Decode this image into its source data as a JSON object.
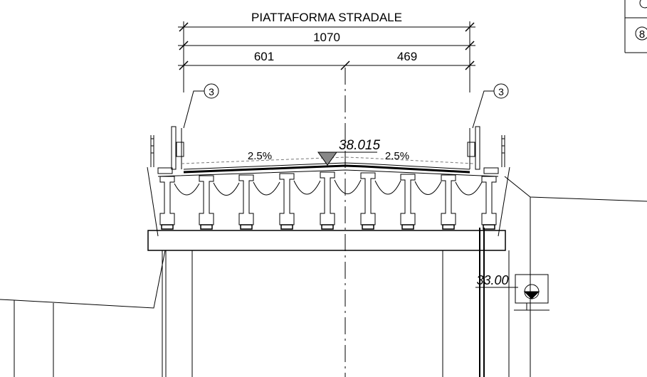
{
  "drawing": {
    "platform_title": "PIATTAFORMA STRADALE",
    "total_width": "1070",
    "left_width": "601",
    "right_width": "469",
    "slope_left": "2.5%",
    "slope_right": "2.5%",
    "deck_elevation": "38.015",
    "ground_elevation": "33.00",
    "detail_ref_left": "3",
    "detail_ref_right": "3",
    "legend_partial": "8"
  }
}
